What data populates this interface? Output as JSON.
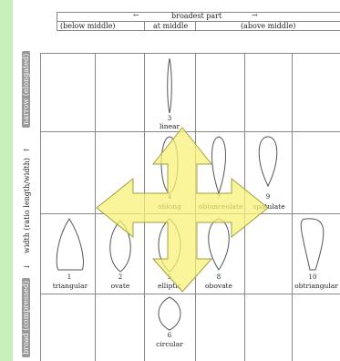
{
  "header": {
    "arrow_left": "←",
    "title": "broadest part",
    "arrow_right": "→",
    "below_middle": "(below middle)",
    "at_middle": "at middle",
    "above_middle": "(above middle)"
  },
  "side": {
    "narrow": "narrow (elongated)",
    "width": "width (ratio length/width)",
    "broad": "broad (compressed)",
    "arrow_up": "↑",
    "arrow_down": "↓"
  },
  "shapes": [
    {
      "num": "3",
      "label": "linear"
    },
    {
      "num": "4",
      "label": "oblong"
    },
    {
      "num": "7",
      "label": "oblanceolate"
    },
    {
      "num": "9",
      "label": "spatulate"
    },
    {
      "num": "1",
      "label": "triangular"
    },
    {
      "num": "2",
      "label": "ovate"
    },
    {
      "num": "5",
      "label": "elliptic"
    },
    {
      "num": "8",
      "label": "obovate"
    },
    {
      "num": "10",
      "label": "obtriangular"
    },
    {
      "num": "6",
      "label": "circular"
    }
  ],
  "overlay": {
    "icon": "move-arrows-icon",
    "color": "#f8f07a"
  }
}
